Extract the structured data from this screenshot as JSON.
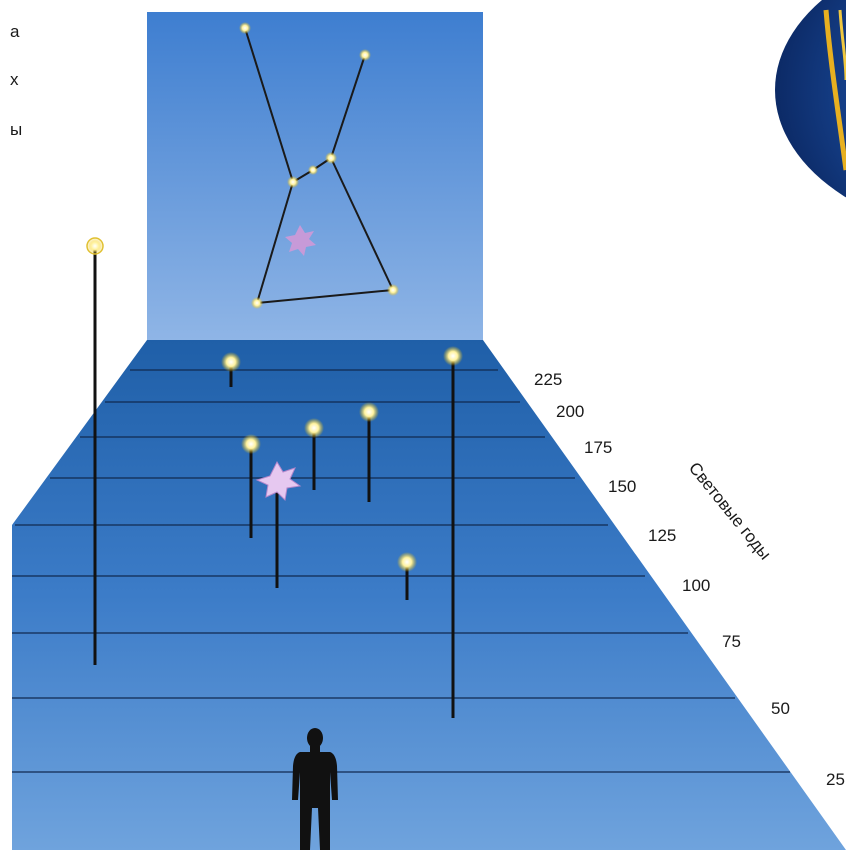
{
  "side_letters": [
    "а",
    "х",
    "ы"
  ],
  "axis": {
    "title": "Световые годы",
    "marks": [
      "25",
      "50",
      "75",
      "100",
      "125",
      "150",
      "175",
      "200",
      "225"
    ]
  },
  "colors": {
    "sky_top": "#3e7ed0",
    "sky_bottom": "#8fb5e6",
    "floor_far": "#1f5fa8",
    "floor_near": "#6fa3dd",
    "star_glow": "#fff3a0",
    "nebula": "#c79ad8",
    "planet": "#1a4b9c"
  }
}
